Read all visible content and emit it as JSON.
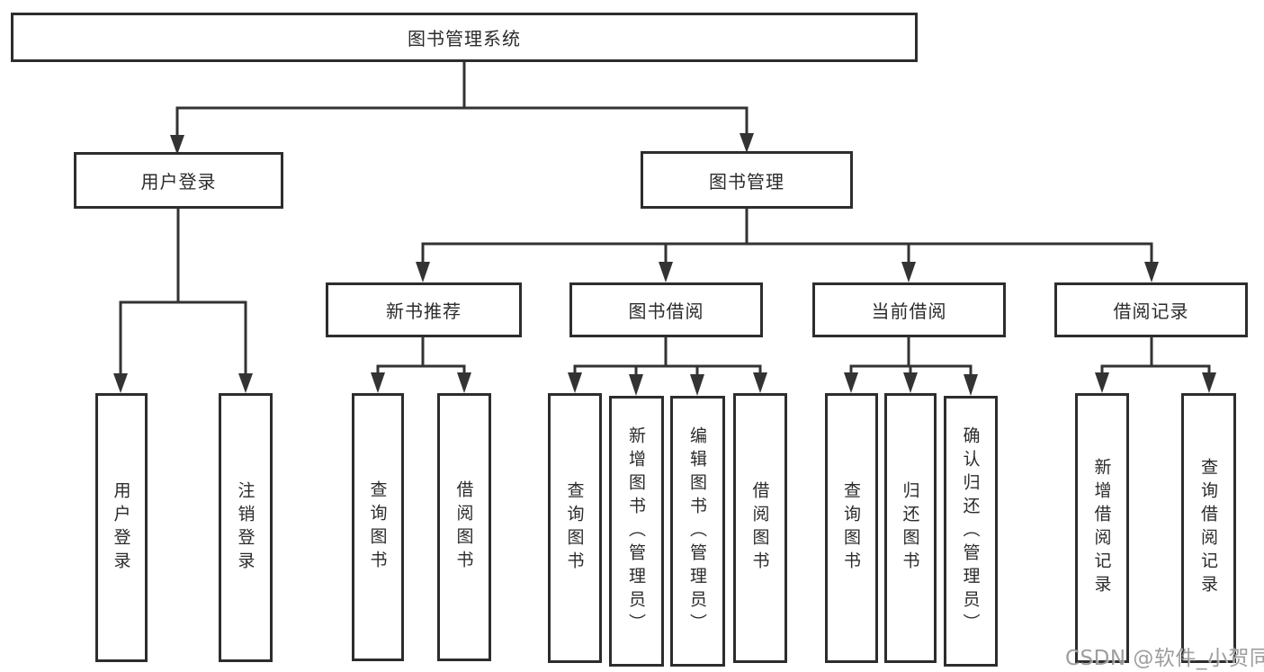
{
  "colors": {
    "line": "#333333",
    "box_border": "#2d2d2d",
    "box_fill": "#ffffff",
    "text": "#2b2b2b",
    "watermark": "#919191"
  },
  "watermark": {
    "text": "CSDN @软件_小贺同学"
  },
  "tree": {
    "label": "图书管理系统",
    "children": [
      {
        "label": "用户登录",
        "children": [
          {
            "label": "用户登录"
          },
          {
            "label": "注销登录"
          }
        ]
      },
      {
        "label": "图书管理",
        "children": [
          {
            "label": "新书推荐",
            "children": [
              {
                "label": "查询图书"
              },
              {
                "label": "借阅图书"
              }
            ]
          },
          {
            "label": "图书借阅",
            "children": [
              {
                "label": "查询图书"
              },
              {
                "label": "新增图书（管理员）"
              },
              {
                "label": "编辑图书（管理员）"
              },
              {
                "label": "借阅图书"
              }
            ]
          },
          {
            "label": "当前借阅",
            "children": [
              {
                "label": "查询图书"
              },
              {
                "label": "归还图书"
              },
              {
                "label": "确认归还（管理员）"
              }
            ]
          },
          {
            "label": "借阅记录",
            "children": [
              {
                "label": "新增借阅记录"
              },
              {
                "label": "查询借阅记录"
              }
            ]
          }
        ]
      }
    ]
  }
}
